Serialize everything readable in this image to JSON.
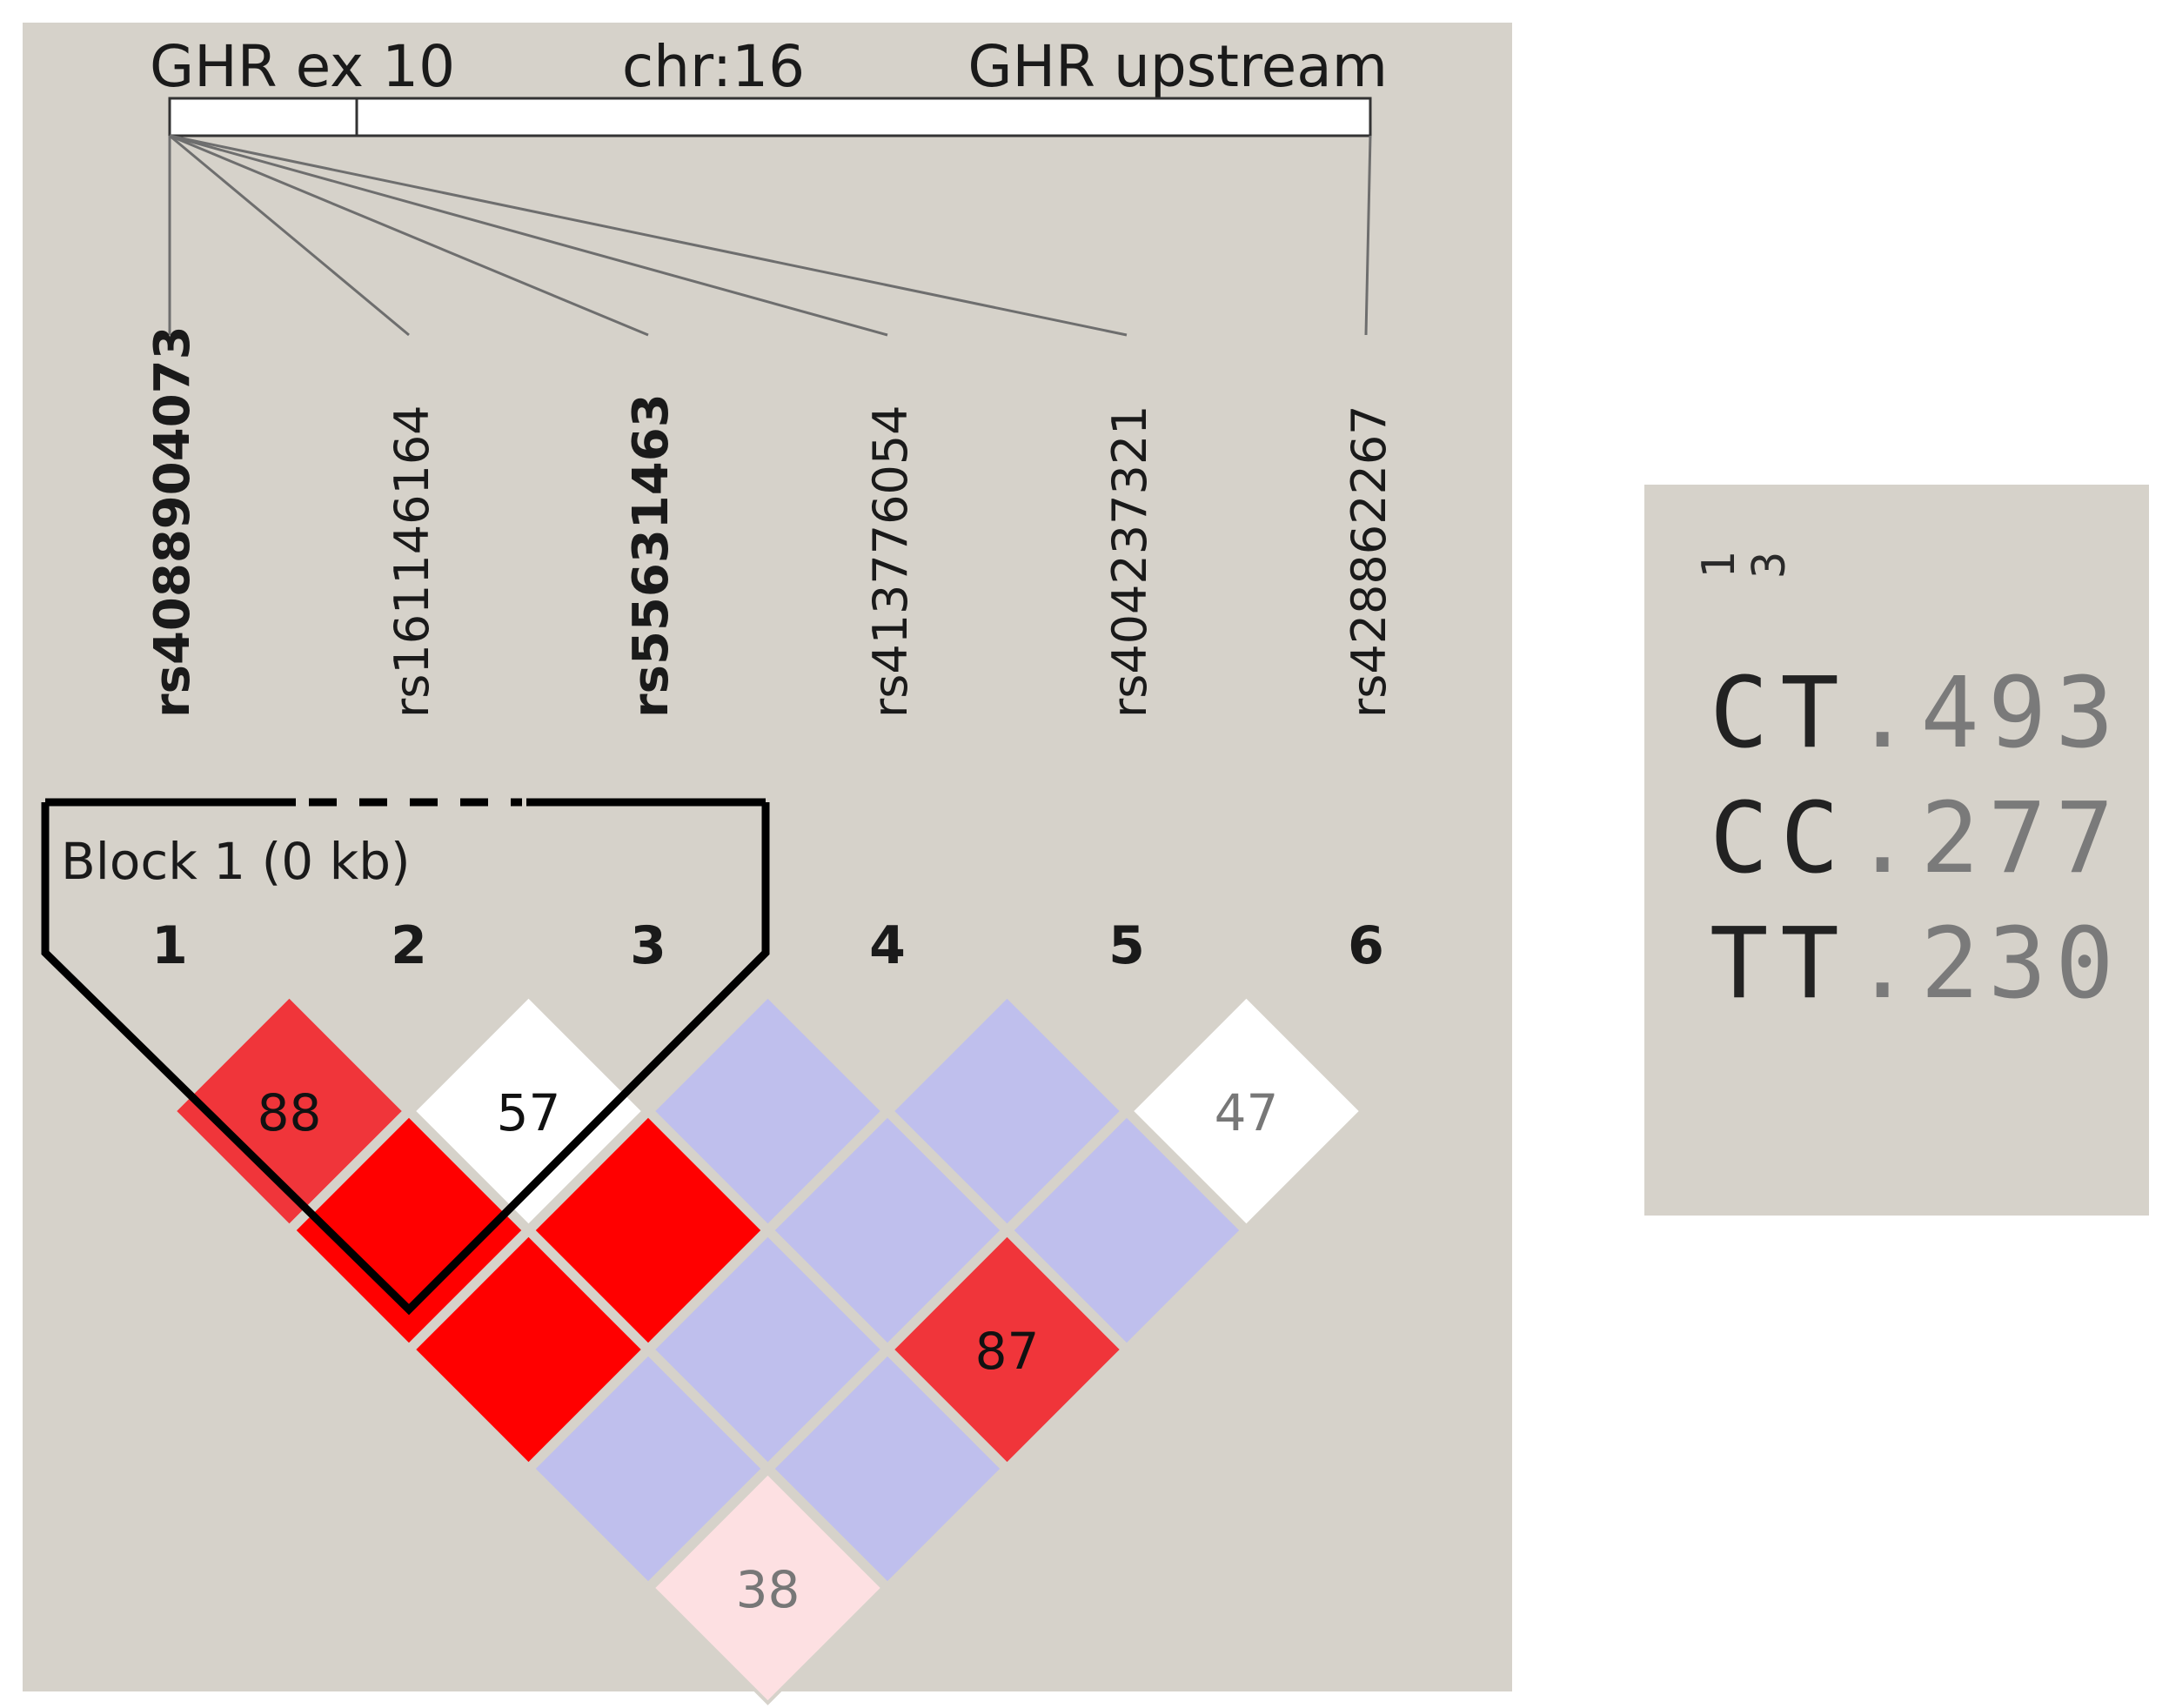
{
  "header": {
    "left_gene": "GHR ex 10",
    "chromosome": "chr:16",
    "right_gene": "GHR upstream"
  },
  "markers": [
    {
      "index": "1",
      "rsid": "rs4088904073",
      "bold": true
    },
    {
      "index": "2",
      "rsid": "rs161146164",
      "bold": false
    },
    {
      "index": "3",
      "rsid": "rs55631463",
      "bold": true
    },
    {
      "index": "4",
      "rsid": "rs413776054",
      "bold": false
    },
    {
      "index": "5",
      "rsid": "rs404237321",
      "bold": false
    },
    {
      "index": "6",
      "rsid": "rs428862267",
      "bold": false
    }
  ],
  "block": {
    "label": "Block 1 (0 kb)",
    "first_marker": 1,
    "last_marker": 3
  },
  "ld_matrix": [
    {
      "i": 1,
      "j": 2,
      "value": "88",
      "color": "#f0353a"
    },
    {
      "i": 2,
      "j": 3,
      "value": "57",
      "color": "#ffffff"
    },
    {
      "i": 3,
      "j": 4,
      "value": "",
      "color": "#bfbfed"
    },
    {
      "i": 4,
      "j": 5,
      "value": "",
      "color": "#bfbfed"
    },
    {
      "i": 5,
      "j": 6,
      "value": "47",
      "color": "#ffffff"
    },
    {
      "i": 1,
      "j": 3,
      "value": "",
      "color": "#ff0000"
    },
    {
      "i": 2,
      "j": 4,
      "value": "",
      "color": "#ff0000"
    },
    {
      "i": 3,
      "j": 5,
      "value": "",
      "color": "#bfbfed"
    },
    {
      "i": 4,
      "j": 6,
      "value": "",
      "color": "#bfbfed"
    },
    {
      "i": 1,
      "j": 4,
      "value": "",
      "color": "#ff0000"
    },
    {
      "i": 2,
      "j": 5,
      "value": "",
      "color": "#bfbfed"
    },
    {
      "i": 3,
      "j": 6,
      "value": "87",
      "color": "#f0353a"
    },
    {
      "i": 1,
      "j": 5,
      "value": "",
      "color": "#bfbfed"
    },
    {
      "i": 2,
      "j": 6,
      "value": "",
      "color": "#bfbfed"
    },
    {
      "i": 1,
      "j": 6,
      "value": "38",
      "color": "#fde0e2"
    }
  ],
  "haplotypes": {
    "marker_indices": [
      "1",
      "3"
    ],
    "rows": [
      {
        "haplotype": "CT",
        "frequency": ".493"
      },
      {
        "haplotype": "CC",
        "frequency": ".277"
      },
      {
        "haplotype": "TT",
        "frequency": ".230"
      }
    ]
  },
  "colors": {
    "panel_bg": "#d6d2ca",
    "strong_ld": "#ff0000",
    "moderate_ld": "#f0353a",
    "low_ld": "#ffffff",
    "weak_ld": "#fde0e2",
    "uninformative": "#bfbfed",
    "lines": "#6e6e6e"
  }
}
